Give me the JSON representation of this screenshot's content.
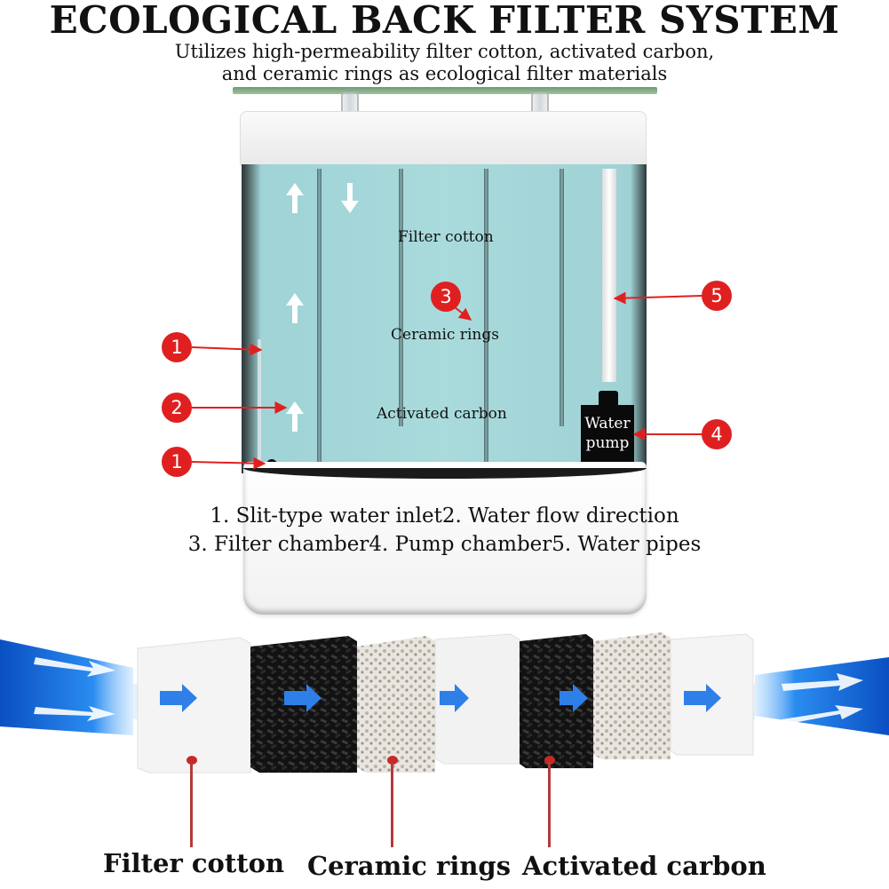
{
  "header": {
    "title": "ECOLOGICAL BACK FILTER SYSTEM",
    "subtitle_line1": "Utilizes high-permeability filter cotton, activated carbon,",
    "subtitle_line2": "and ceramic rings as ecological filter materials"
  },
  "diagram": {
    "labels": {
      "filter_cotton": "Filter cotton",
      "ceramic_rings": "Ceramic rings",
      "activated_carbon": "Activated carbon",
      "pump_line1": "Water",
      "pump_line2": "pump"
    },
    "callouts": {
      "inlet_upper": "1",
      "flow_direction": "2",
      "inlet_lower": "1",
      "filter_chamber": "3",
      "pump_chamber": "4",
      "water_pipes": "5"
    },
    "callout_color": "#e02020",
    "water_color": "#a9dadc"
  },
  "legend": {
    "line1": "1. Slit-type water inlet2. Water flow direction",
    "line2": "3. Filter chamber4. Pump chamber5. Water pipes"
  },
  "filter_stage": {
    "labels": {
      "filter_cotton": "Filter cotton",
      "ceramic_rings": "Ceramic rings",
      "activated_carbon": "Activated carbon"
    },
    "flow_color": "#1e6fd9",
    "marker_color": "#c82828"
  }
}
